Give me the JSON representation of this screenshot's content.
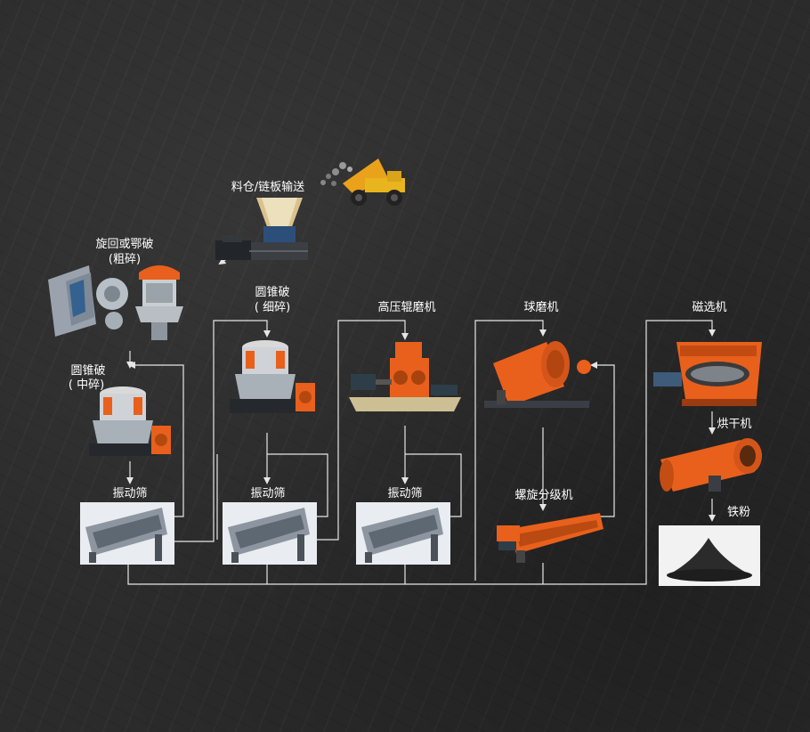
{
  "labels": {
    "bin_conveyor": "料仓/链板输送",
    "primary_crusher": "旋回或鄂破",
    "primary_crusher_sub": "(粗碎)",
    "cone_medium": "圆锥破",
    "cone_medium_sub": "( 中碎)",
    "cone_fine": "圆锥破",
    "cone_fine_sub": "( 细碎)",
    "hpgr": "高压辊磨机",
    "ball_mill": "球磨机",
    "magnetic_separator": "磁选机",
    "dryer": "烘干机",
    "iron_powder": "铁粉",
    "screen_1": "振动筛",
    "screen_2": "振动筛",
    "screen_3": "振动筛",
    "spiral_classifier": "螺旋分级机"
  },
  "colors": {
    "background": "#2b2b2b",
    "line": "#e6e6e6",
    "accent_orange": "#e8601c",
    "steel_gray": "#6f7a85",
    "text": "#ffffff"
  },
  "icons": {
    "truck": "dump-truck-icon",
    "conveyor": "chain-conveyor-icon",
    "jaw": "jaw-crusher-icon",
    "gyratory": "gyratory-crusher-icon",
    "cone": "cone-crusher-icon",
    "hpgr": "hpgr-icon",
    "ballmill": "ball-mill-icon",
    "magsep": "magnetic-separator-icon",
    "dryer": "rotary-dryer-icon",
    "powder": "iron-powder-icon",
    "screen": "vibrating-screen-icon",
    "spiral": "spiral-classifier-icon"
  }
}
